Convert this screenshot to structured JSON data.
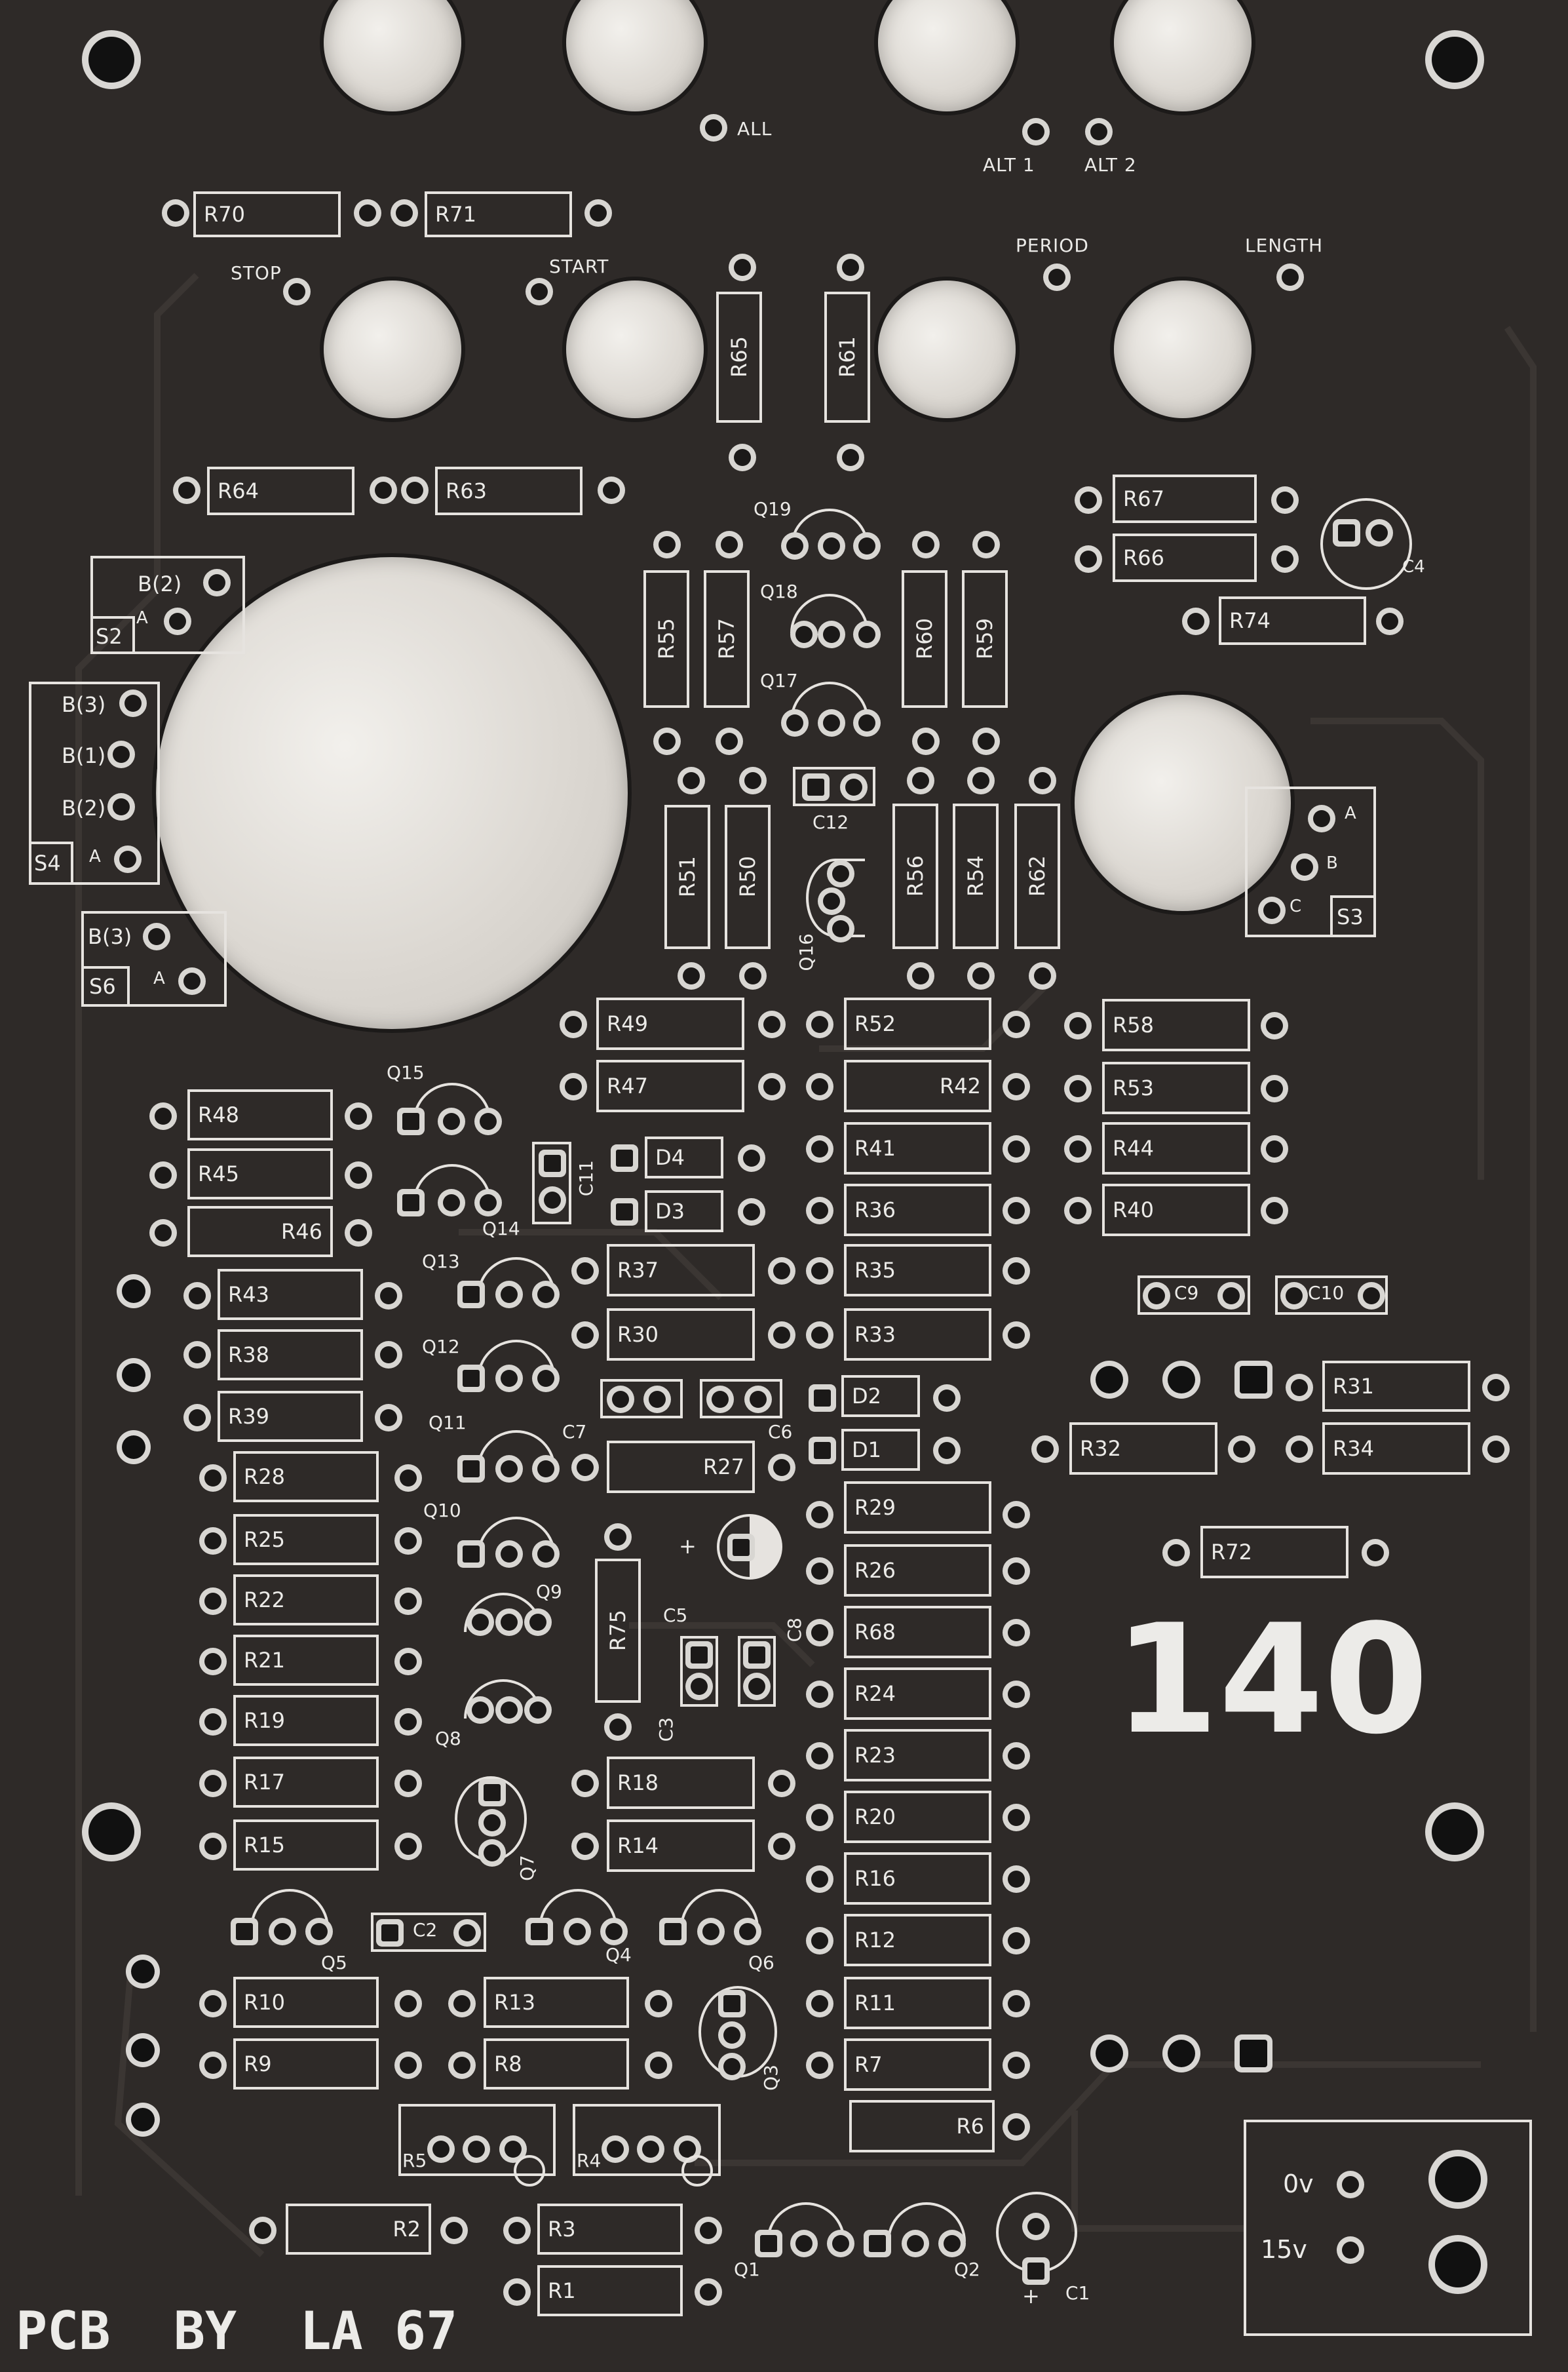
{
  "board_number": "140",
  "footer": "PCB  BY  LA 67",
  "colors": {
    "board": "#2e2a28",
    "silk": "#e6e3df",
    "pad": "#d8d6d2",
    "hole": "#dcd8d2"
  },
  "jack_labels": {
    "all": "ALL",
    "alt1": "ALT 1",
    "alt2": "ALT 2",
    "stop": "STOP",
    "start": "START",
    "period": "PERIOD",
    "length": "LENGTH"
  },
  "power": {
    "v0": "0v",
    "v15": "15v"
  },
  "switches": {
    "s2": {
      "name": "S2",
      "a": "A",
      "b2": "B(2)"
    },
    "s4": {
      "name": "S4",
      "b3": "B(3)",
      "b1": "B(1)",
      "b2": "B(2)",
      "a": "A"
    },
    "s6": {
      "name": "S6",
      "b3": "B(3)",
      "a": "A"
    },
    "s3": {
      "name": "S3",
      "a": "A",
      "b": "B",
      "c": "C"
    }
  },
  "resistors": [
    {
      "id": "R70",
      "label": "R70"
    },
    {
      "id": "R71",
      "label": "R71"
    },
    {
      "id": "R64",
      "label": "R64"
    },
    {
      "id": "R63",
      "label": "R63"
    },
    {
      "id": "R67",
      "label": "R67"
    },
    {
      "id": "R66",
      "label": "R66"
    },
    {
      "id": "R74",
      "label": "R74"
    },
    {
      "id": "R49",
      "label": "R49"
    },
    {
      "id": "R47",
      "label": "R47"
    },
    {
      "id": "R52",
      "label": "R52"
    },
    {
      "id": "R42",
      "label": "R42"
    },
    {
      "id": "R58",
      "label": "R58"
    },
    {
      "id": "R53",
      "label": "R53"
    },
    {
      "id": "R48",
      "label": "R48"
    },
    {
      "id": "R45",
      "label": "R45"
    },
    {
      "id": "R46",
      "label": "R46"
    },
    {
      "id": "R41",
      "label": "R41"
    },
    {
      "id": "R44",
      "label": "R44"
    },
    {
      "id": "R36",
      "label": "R36"
    },
    {
      "id": "R40",
      "label": "R40"
    },
    {
      "id": "R37",
      "label": "R37"
    },
    {
      "id": "R35",
      "label": "R35"
    },
    {
      "id": "R43",
      "label": "R43"
    },
    {
      "id": "R30",
      "label": "R30"
    },
    {
      "id": "R33",
      "label": "R33"
    },
    {
      "id": "R38",
      "label": "R38"
    },
    {
      "id": "R31",
      "label": "R31"
    },
    {
      "id": "R39",
      "label": "R39"
    },
    {
      "id": "R32",
      "label": "R32"
    },
    {
      "id": "R34",
      "label": "R34"
    },
    {
      "id": "R28",
      "label": "R28"
    },
    {
      "id": "R27",
      "label": "R27"
    },
    {
      "id": "R29",
      "label": "R29"
    },
    {
      "id": "R25",
      "label": "R25"
    },
    {
      "id": "R26",
      "label": "R26"
    },
    {
      "id": "R72",
      "label": "R72"
    },
    {
      "id": "R22",
      "label": "R22"
    },
    {
      "id": "R68",
      "label": "R68"
    },
    {
      "id": "R21",
      "label": "R21"
    },
    {
      "id": "R24",
      "label": "R24"
    },
    {
      "id": "R19",
      "label": "R19"
    },
    {
      "id": "R23",
      "label": "R23"
    },
    {
      "id": "R17",
      "label": "R17"
    },
    {
      "id": "R18",
      "label": "R18"
    },
    {
      "id": "R20",
      "label": "R20"
    },
    {
      "id": "R15",
      "label": "R15"
    },
    {
      "id": "R14",
      "label": "R14"
    },
    {
      "id": "R16",
      "label": "R16"
    },
    {
      "id": "R12",
      "label": "R12"
    },
    {
      "id": "R10",
      "label": "R10"
    },
    {
      "id": "R13",
      "label": "R13"
    },
    {
      "id": "R11",
      "label": "R11"
    },
    {
      "id": "R9",
      "label": "R9"
    },
    {
      "id": "R8",
      "label": "R8"
    },
    {
      "id": "R7",
      "label": "R7"
    },
    {
      "id": "R6",
      "label": "R6"
    },
    {
      "id": "R2",
      "label": "R2"
    },
    {
      "id": "R3",
      "label": "R3"
    },
    {
      "id": "R1",
      "label": "R1"
    }
  ],
  "vertical_resistors": [
    {
      "id": "R65",
      "label": "R65"
    },
    {
      "id": "R61",
      "label": "R61"
    },
    {
      "id": "R55",
      "label": "R55"
    },
    {
      "id": "R57",
      "label": "R57"
    },
    {
      "id": "R60",
      "label": "R60"
    },
    {
      "id": "R59",
      "label": "R59"
    },
    {
      "id": "R51",
      "label": "R51"
    },
    {
      "id": "R50",
      "label": "R50"
    },
    {
      "id": "R56",
      "label": "R56"
    },
    {
      "id": "R54",
      "label": "R54"
    },
    {
      "id": "R62",
      "label": "R62"
    },
    {
      "id": "R75",
      "label": "R75"
    }
  ],
  "transistors": [
    "Q19",
    "Q18",
    "Q17",
    "Q16",
    "Q15",
    "Q14",
    "Q13",
    "Q12",
    "Q11",
    "Q10",
    "Q9",
    "Q8",
    "Q7",
    "Q5",
    "Q4",
    "Q6",
    "Q3",
    "Q1",
    "Q2"
  ],
  "capacitors": [
    "C4",
    "C12",
    "C11",
    "C9",
    "C10",
    "C7",
    "C6",
    "C5",
    "C8",
    "C3",
    "C2",
    "C1"
  ],
  "diodes": [
    "D4",
    "D3",
    "D2",
    "D1"
  ],
  "trimmers": [
    "R5",
    "R4"
  ]
}
